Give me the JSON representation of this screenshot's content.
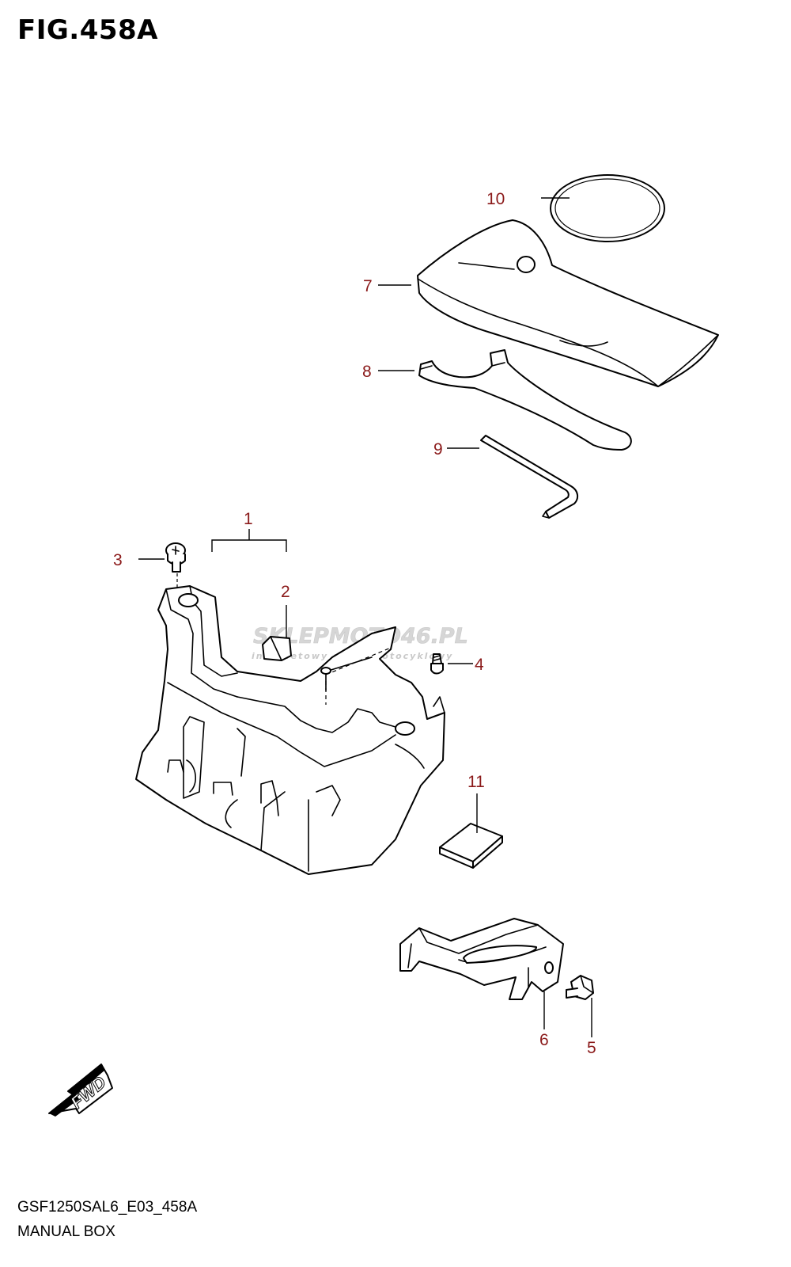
{
  "figure": {
    "title": "FIG.458A",
    "footer_code": "GSF1250SAL6_E03_458A",
    "footer_name": "MANUAL BOX"
  },
  "callouts": [
    "1",
    "2",
    "3",
    "4",
    "5",
    "6",
    "7",
    "8",
    "9",
    "10",
    "11"
  ],
  "fwd_label": "FWD",
  "watermark": {
    "brand": "SKLEPMOTO46.PL",
    "tagline": "internetowy sklep motocyklowy"
  },
  "colors": {
    "callout": "#8b1a1a",
    "linework": "#000000",
    "watermark_gray": "#d0d0d0",
    "watermark_red": "#f2b8b8"
  }
}
